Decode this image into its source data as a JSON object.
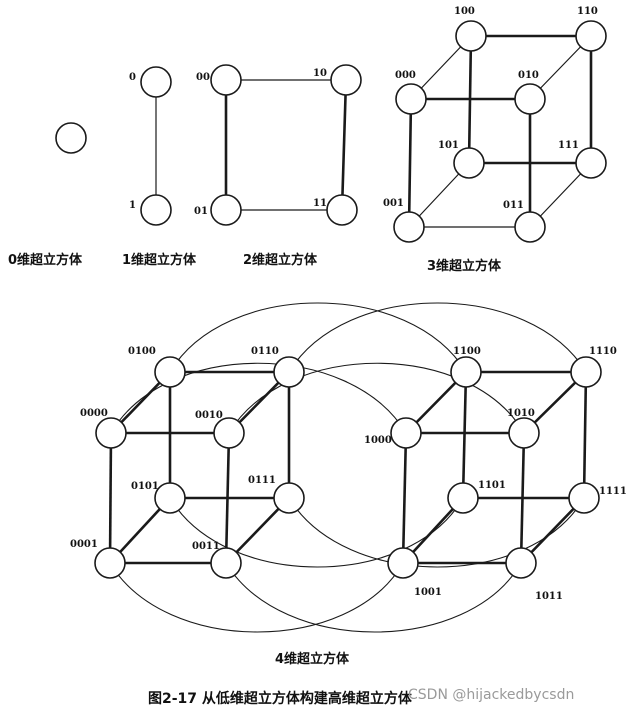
{
  "captions": {
    "dim0": "0维超立方体",
    "dim1": "1维超立方体",
    "dim2": "2维超立方体",
    "dim3": "3维超立方体",
    "dim4": "4维超立方体"
  },
  "figure_title": "图2-17  从低维超立方体构建高维超立方体",
  "watermark": "CSDN @hijackedbycsdn",
  "d1_labels": {
    "n0": "0",
    "n1": "1"
  },
  "d2_labels": {
    "n00": "00",
    "n10": "10",
    "n01": "01",
    "n11": "11"
  },
  "d3_labels": {
    "n100": "100",
    "n110": "110",
    "n000": "000",
    "n010": "010",
    "n101": "101",
    "n111": "111",
    "n001": "001",
    "n011": "011"
  },
  "d4_labels": {
    "n0100": "0100",
    "n0110": "0110",
    "n0000": "0000",
    "n0010": "0010",
    "n0101": "0101",
    "n0111": "0111",
    "n0001": "0001",
    "n0011": "0011",
    "n1100": "1100",
    "n1110": "1110",
    "n1000": "1000",
    "n1010": "1010",
    "n1101": "1101",
    "n1111": "1111",
    "n1001": "1001",
    "n1011": "1011"
  }
}
